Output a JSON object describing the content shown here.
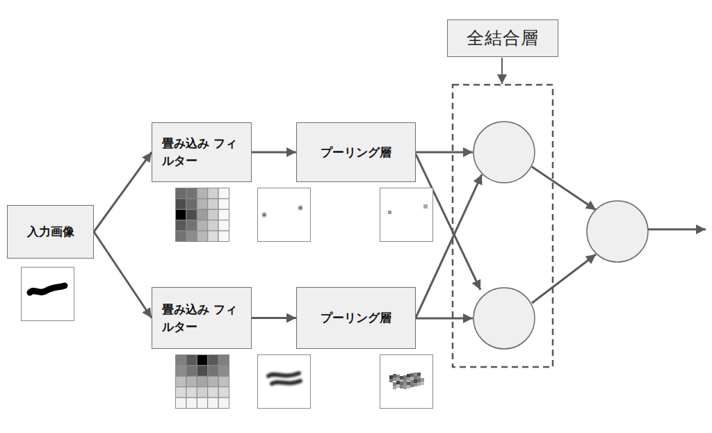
{
  "diagram": {
    "nodes": [
      {
        "text": [
          "入力画像"
        ]
      },
      {
        "text": [
          "畳み込み フィルター"
        ]
      },
      {
        "text": [
          "プーリング層"
        ]
      },
      {
        "text": [
          "畳み込み フィルター"
        ]
      },
      {
        "text": [
          "プーリング層"
        ]
      },
      {
        "text": [
          "全結合層"
        ]
      }
    ],
    "edges": [
      {
        "from": 0,
        "to": 1,
        "arrow": "to"
      },
      {
        "from": 1,
        "to": 2,
        "arrow": "to"
      },
      {
        "from": 0,
        "to": 3,
        "arrow": "to"
      },
      {
        "from": 3,
        "to": 4,
        "arrow": "to"
      }
    ]
  }
}
